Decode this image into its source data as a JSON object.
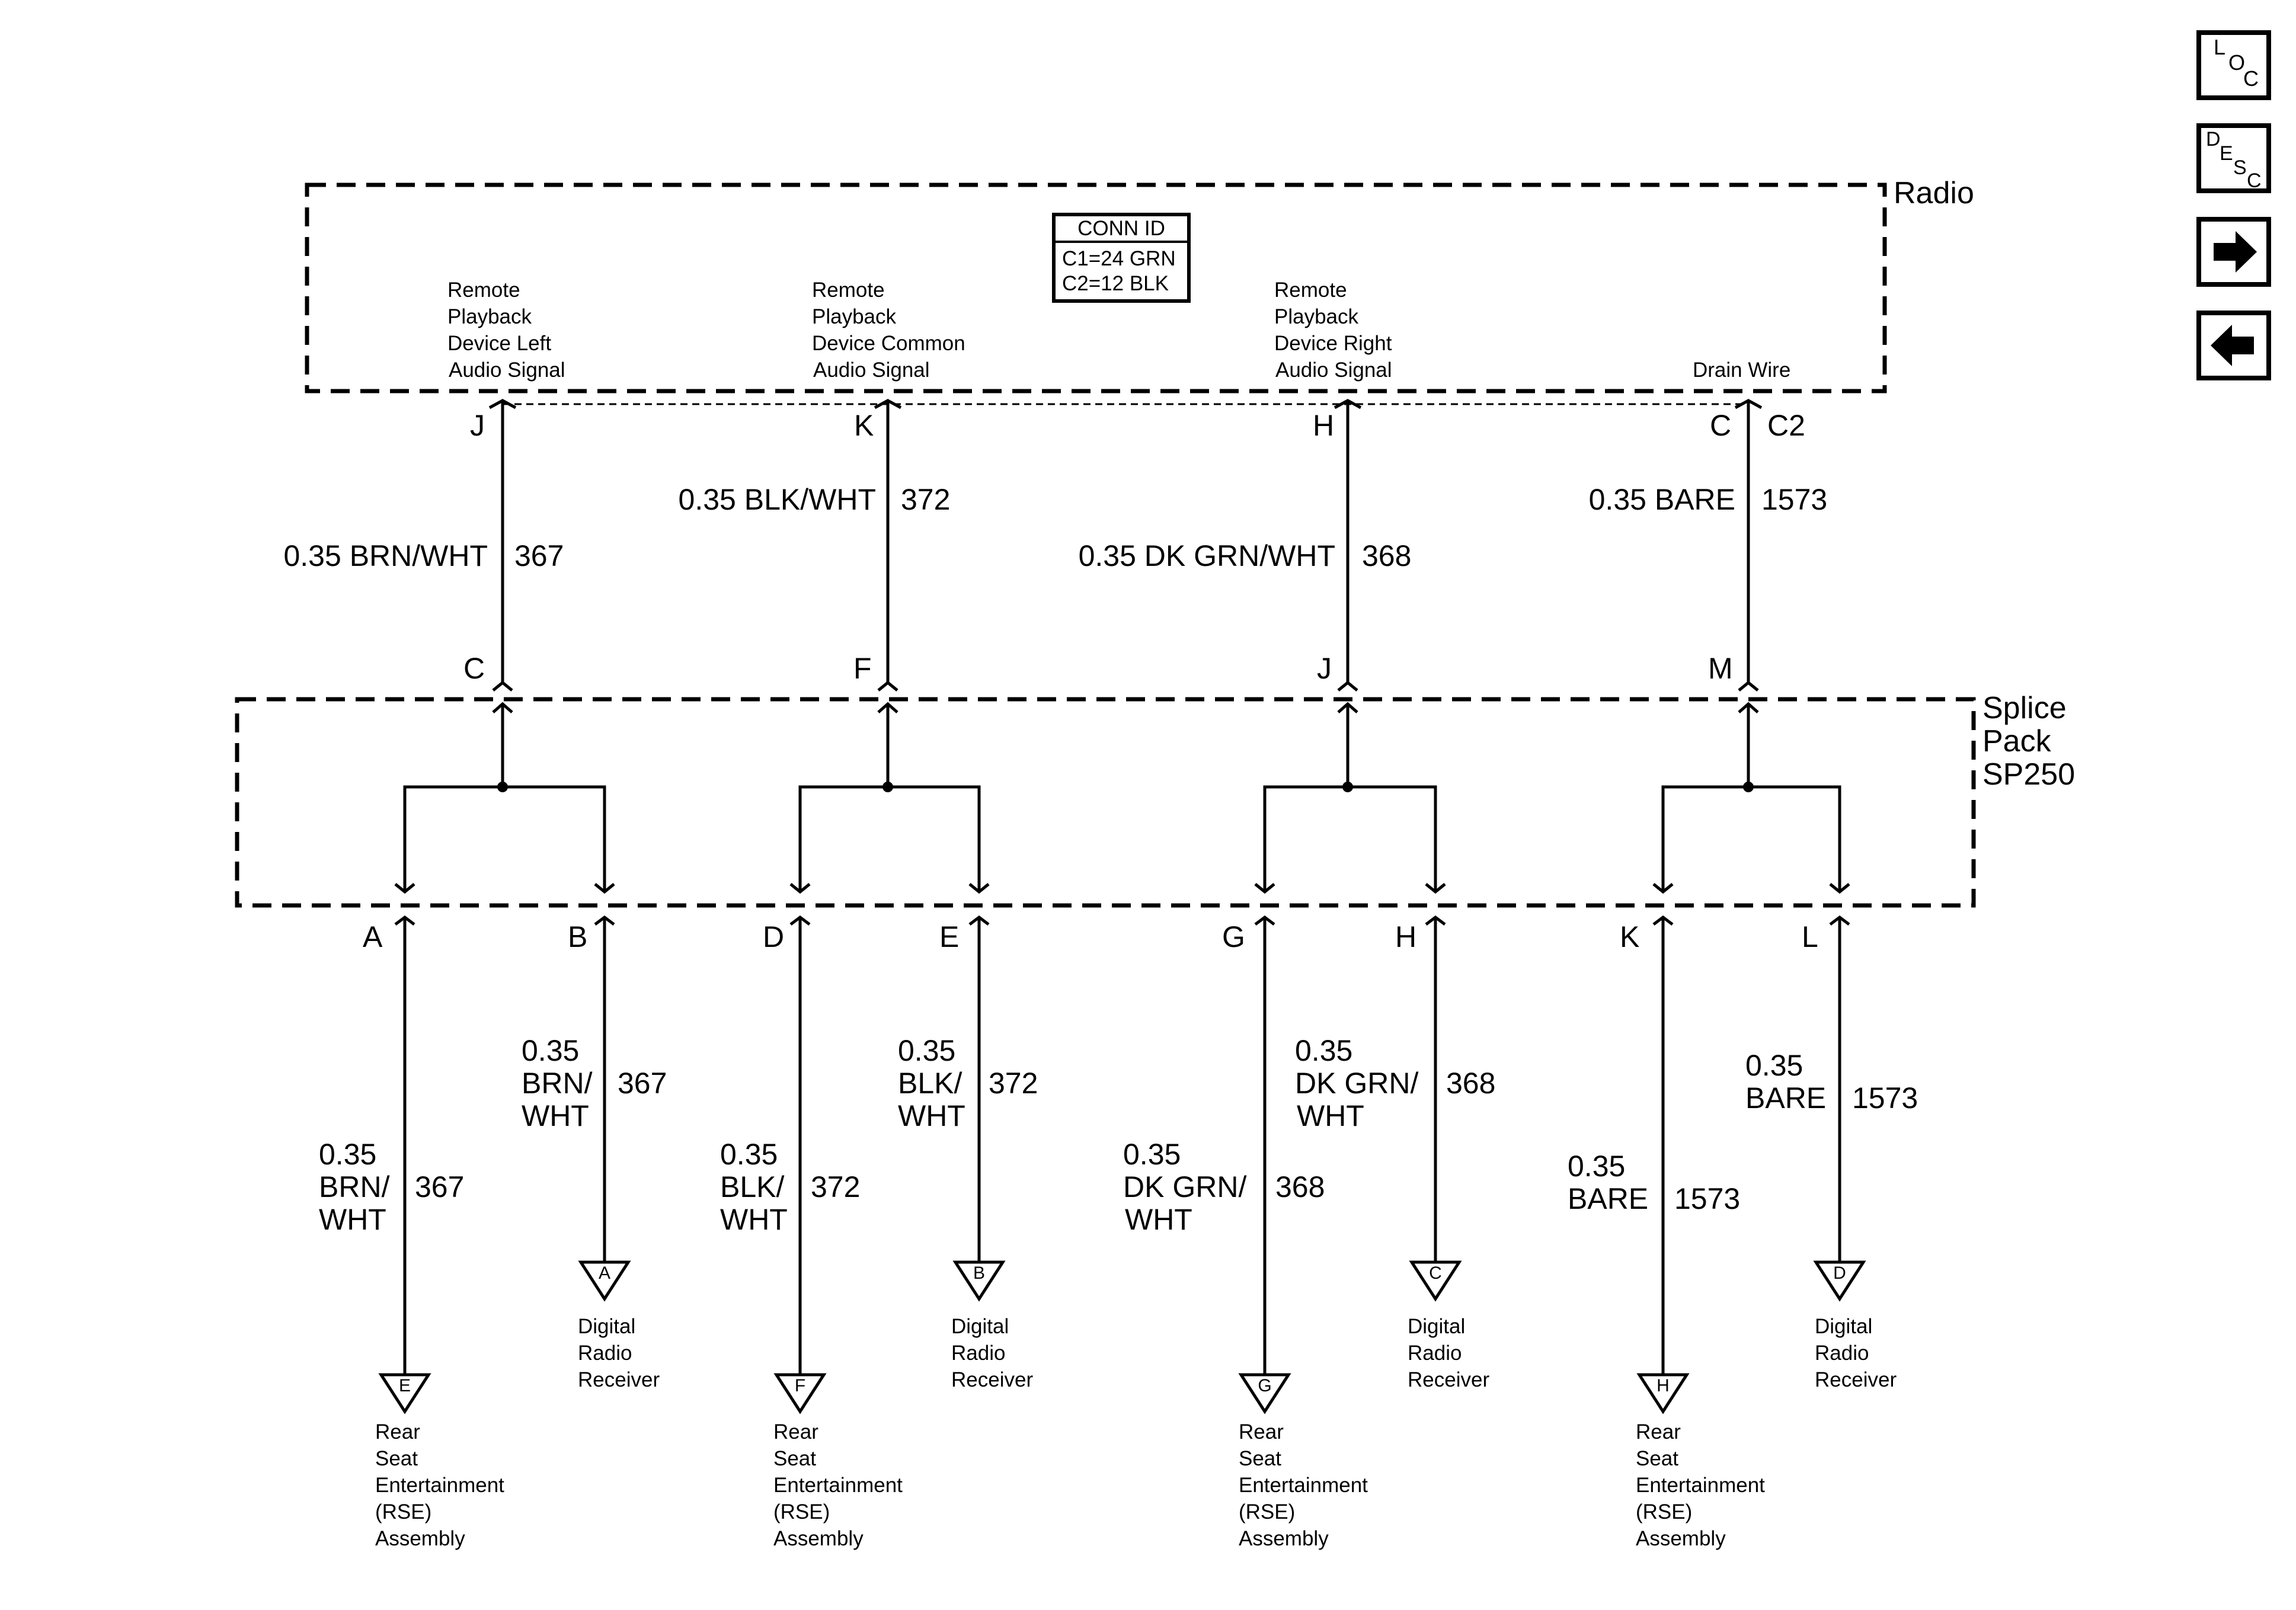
{
  "nav": {
    "loc": {
      "a": "L",
      "b": "O",
      "c": "C"
    },
    "desc": {
      "a": "D",
      "b": "E",
      "c": "S",
      "d": "C"
    },
    "next_icon": "arrow-right-icon",
    "prev_icon": "arrow-left-icon"
  },
  "radio": {
    "title": "Radio",
    "conn_header": "CONN ID",
    "conn_c1": "C1=24 GRN",
    "conn_c2": "C2=12 BLK",
    "desc_left": [
      "Remote",
      "Playback",
      "Device Left",
      "Audio Signal"
    ],
    "desc_common": [
      "Remote",
      "Playback",
      "Device Common",
      "Audio Signal"
    ],
    "desc_right": [
      "Remote",
      "Playback",
      "Device Right",
      "Audio Signal"
    ],
    "desc_drain": "Drain Wire",
    "pins": [
      "J",
      "K",
      "H",
      "C"
    ],
    "pin_c2": "C2"
  },
  "upper_wires": [
    {
      "gauge_color": "0.35 BRN/WHT",
      "circuit": "367"
    },
    {
      "gauge_color": "0.35 BLK/WHT",
      "circuit": "372"
    },
    {
      "gauge_color": "0.35 DK GRN/WHT",
      "circuit": "368"
    },
    {
      "gauge_color": "0.35 BARE",
      "circuit": "1573"
    }
  ],
  "splice_pack": {
    "title": [
      "Splice",
      "Pack",
      "SP250"
    ],
    "in_pins": [
      "C",
      "F",
      "J",
      "M"
    ],
    "out_pins": [
      "A",
      "B",
      "D",
      "E",
      "G",
      "H",
      "K",
      "L"
    ]
  },
  "lower_wires": [
    {
      "lines": [
        "0.35",
        "BRN/",
        "WHT"
      ],
      "circuit": "367"
    },
    {
      "lines": [
        "0.35",
        "BRN/",
        "WHT"
      ],
      "circuit": "367"
    },
    {
      "lines": [
        "0.35",
        "BLK/",
        "WHT"
      ],
      "circuit": "372"
    },
    {
      "lines": [
        "0.35",
        "BLK/",
        "WHT"
      ],
      "circuit": "372"
    },
    {
      "lines": [
        "0.35",
        "DK GRN/",
        "WHT"
      ],
      "circuit": "368"
    },
    {
      "lines": [
        "0.35",
        "DK GRN/",
        "WHT"
      ],
      "circuit": "368"
    },
    {
      "lines": [
        "0.35",
        "BARE"
      ],
      "circuit": "1573"
    },
    {
      "lines": [
        "0.35",
        "BARE"
      ],
      "circuit": "1573"
    }
  ],
  "destinations": [
    {
      "ref": "E",
      "label": [
        "Rear",
        "Seat",
        "Entertainment",
        "(RSE)",
        "Assembly"
      ]
    },
    {
      "ref": "A",
      "label": [
        "Digital",
        "Radio",
        "Receiver"
      ]
    },
    {
      "ref": "F",
      "label": [
        "Rear",
        "Seat",
        "Entertainment",
        "(RSE)",
        "Assembly"
      ]
    },
    {
      "ref": "B",
      "label": [
        "Digital",
        "Radio",
        "Receiver"
      ]
    },
    {
      "ref": "G",
      "label": [
        "Rear",
        "Seat",
        "Entertainment",
        "(RSE)",
        "Assembly"
      ]
    },
    {
      "ref": "C",
      "label": [
        "Digital",
        "Radio",
        "Receiver"
      ]
    },
    {
      "ref": "H",
      "label": [
        "Rear",
        "Seat",
        "Entertainment",
        "(RSE)",
        "Assembly"
      ]
    },
    {
      "ref": "D",
      "label": [
        "Digital",
        "Radio",
        "Receiver"
      ]
    }
  ]
}
